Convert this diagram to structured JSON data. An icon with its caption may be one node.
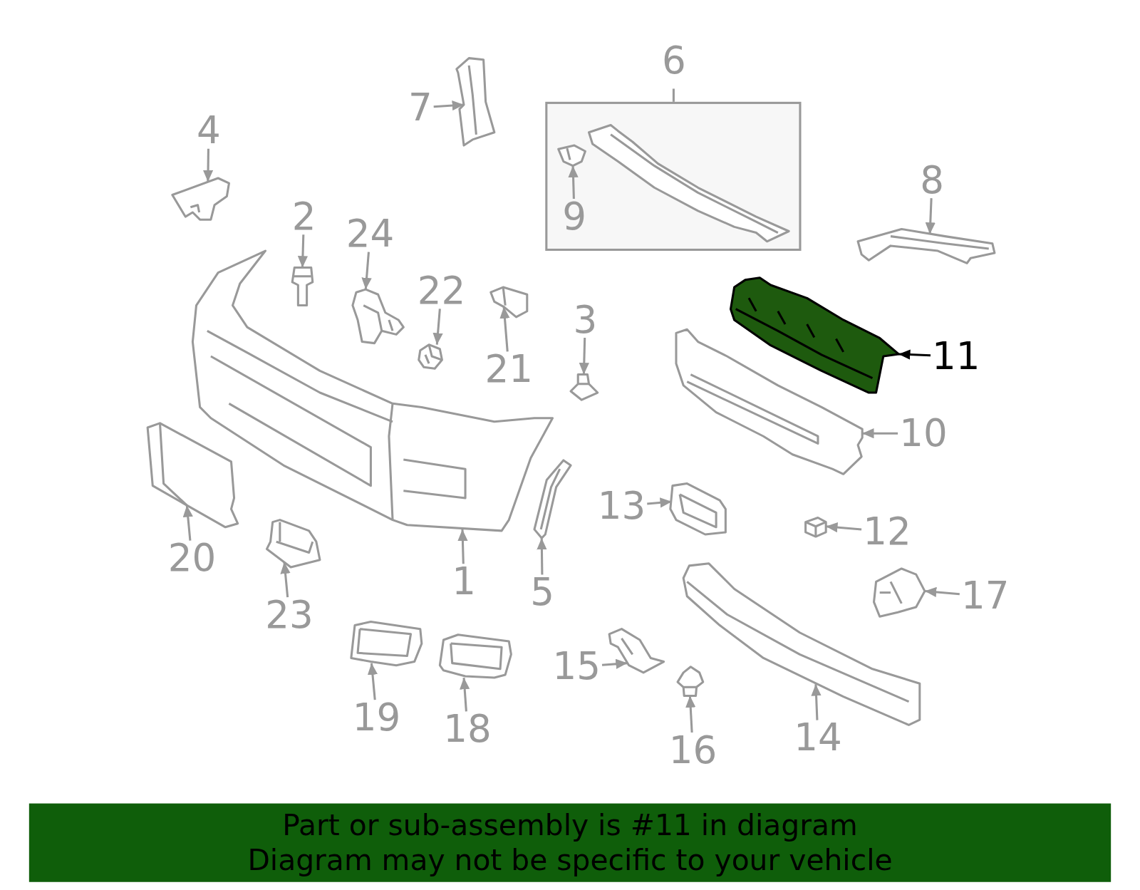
{
  "diagram": {
    "nodes": [
      {
        "text": [
          "1"
        ]
      },
      {
        "text": [],
        "shape": "picture"
      },
      {
        "text": [
          "2"
        ]
      },
      {
        "text": [],
        "shape": "picture"
      },
      {
        "text": [
          "3"
        ]
      },
      {
        "text": [],
        "shape": "picture"
      },
      {
        "text": [
          "4"
        ]
      },
      {
        "text": [],
        "shape": "picture"
      },
      {
        "text": [
          "5"
        ]
      },
      {
        "text": [],
        "shape": "picture"
      },
      {
        "text": [
          "6"
        ]
      },
      {
        "text": [],
        "shape": "picture",
        "in": 10
      },
      {
        "text": [
          "7"
        ]
      },
      {
        "text": [],
        "shape": "picture"
      },
      {
        "text": [
          "8"
        ]
      },
      {
        "text": [],
        "shape": "picture"
      },
      {
        "text": [
          "9"
        ],
        "in": 10
      },
      {
        "text": [],
        "shape": "picture",
        "in": 10
      },
      {
        "text": [
          "10"
        ]
      },
      {
        "text": [],
        "shape": "picture"
      },
      {
        "text": [
          "11"
        ]
      },
      {
        "text": [],
        "shape": "picture"
      },
      {
        "text": [
          "12"
        ]
      },
      {
        "text": [],
        "shape": "picture"
      },
      {
        "text": [
          "13"
        ]
      },
      {
        "text": [],
        "shape": "picture"
      },
      {
        "text": [
          "14"
        ]
      },
      {
        "text": [],
        "shape": "picture"
      },
      {
        "text": [
          "15"
        ]
      },
      {
        "text": [],
        "shape": "picture"
      },
      {
        "text": [
          "16"
        ]
      },
      {
        "text": [],
        "shape": "picture"
      },
      {
        "text": [
          "17"
        ]
      },
      {
        "text": [],
        "shape": "picture"
      },
      {
        "text": [
          "18"
        ]
      },
      {
        "text": [],
        "shape": "picture"
      },
      {
        "text": [
          "19"
        ]
      },
      {
        "text": [],
        "shape": "picture"
      },
      {
        "text": [
          "20"
        ]
      },
      {
        "text": [],
        "shape": "picture"
      },
      {
        "text": [
          "21"
        ]
      },
      {
        "text": [],
        "shape": "picture"
      },
      {
        "text": [
          "22"
        ]
      },
      {
        "text": [],
        "shape": "picture"
      },
      {
        "text": [
          "23"
        ]
      },
      {
        "text": [],
        "shape": "picture"
      },
      {
        "text": [
          "24"
        ]
      },
      {
        "text": [],
        "shape": "picture"
      }
    ],
    "edges": [
      {
        "from": 0,
        "to": 1,
        "arrow": "to"
      },
      {
        "from": 2,
        "to": 3,
        "arrow": "to"
      },
      {
        "from": 4,
        "to": 5,
        "arrow": "to"
      },
      {
        "from": 6,
        "to": 7,
        "arrow": "to"
      },
      {
        "from": 8,
        "to": 9,
        "arrow": "to"
      },
      {
        "from": 12,
        "to": 13,
        "arrow": "to"
      },
      {
        "from": 14,
        "to": 15,
        "arrow": "to"
      },
      {
        "from": 16,
        "to": 17,
        "arrow": "to"
      },
      {
        "from": 18,
        "to": 19,
        "arrow": "to"
      },
      {
        "from": 20,
        "to": 21,
        "arrow": "to",
        "color": "#000000"
      },
      {
        "from": 22,
        "to": 23,
        "arrow": "to"
      },
      {
        "from": 24,
        "to": 25,
        "arrow": "to"
      },
      {
        "from": 26,
        "to": 27,
        "arrow": "to"
      },
      {
        "from": 28,
        "to": 29,
        "arrow": "to"
      },
      {
        "from": 30,
        "to": 31,
        "arrow": "to"
      },
      {
        "from": 32,
        "to": 33,
        "arrow": "to"
      },
      {
        "from": 34,
        "to": 35,
        "arrow": "to"
      },
      {
        "from": 36,
        "to": 37,
        "arrow": "to"
      },
      {
        "from": 38,
        "to": 39,
        "arrow": "to"
      },
      {
        "from": 40,
        "to": 41,
        "arrow": "to"
      },
      {
        "from": 42,
        "to": 43,
        "arrow": "to"
      },
      {
        "from": 44,
        "to": 45,
        "arrow": "to"
      },
      {
        "from": 46,
        "to": 47,
        "arrow": "to"
      }
    ],
    "labels": [
      "Part or sub-assembly is #11 in diagram",
      "Diagram may not be specific to your vehicle"
    ]
  }
}
